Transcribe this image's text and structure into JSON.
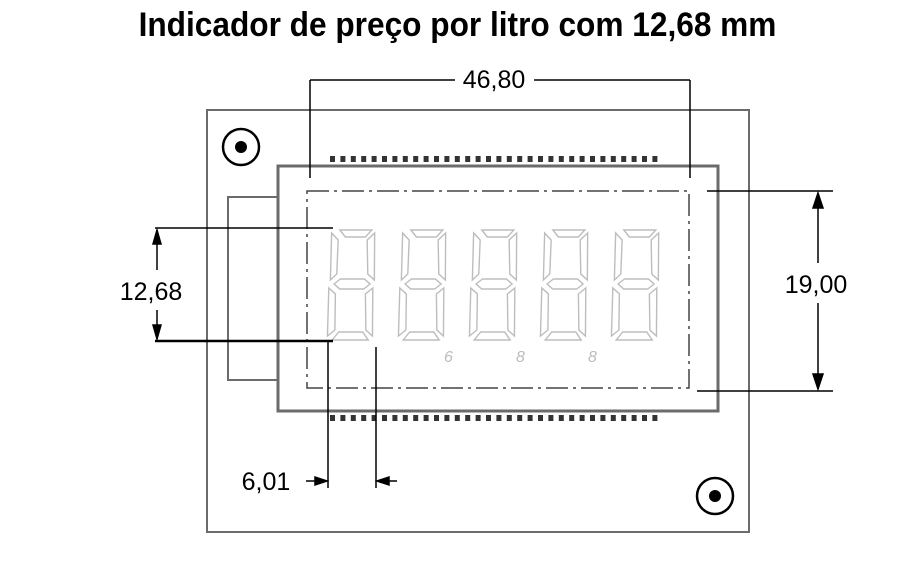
{
  "title": "Indicador de preço por litro com 12,68 mm",
  "dimensions": {
    "width_total": "46,80",
    "height_digit": "12,68",
    "height_window": "19,00",
    "digit_pitch": "6,01"
  },
  "display": {
    "digit_count": 5,
    "decimal_labels": [
      "6",
      "8",
      "8"
    ]
  },
  "colors": {
    "outline": "#555555",
    "dimension": "#000000",
    "segment": "#bdbdbd"
  }
}
